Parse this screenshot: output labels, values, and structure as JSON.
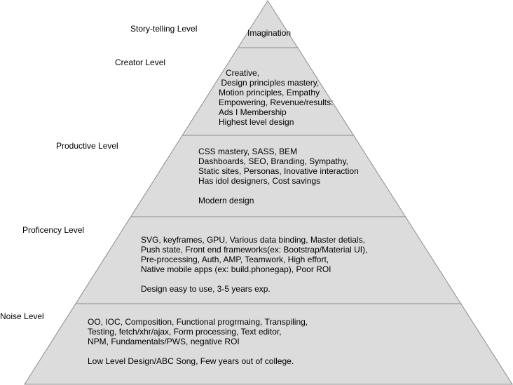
{
  "colors": {
    "fill": "#dcdcdc",
    "stroke": "#8c8c8c"
  },
  "levels": [
    {
      "name": "Story-telling Level",
      "lines": [
        "Imagination"
      ]
    },
    {
      "name": "Creator Level",
      "lines": [
        "Creative,",
        " Design principles mastery,",
        "Motion principles, Empathy",
        "Empowering, Revenue/results:",
        "Ads I Membership",
        "Highest level design"
      ]
    },
    {
      "name": "Productive Level",
      "lines": [
        "CSS mastery, SASS, BEM",
        "Dashboards, SEO, Branding, Sympathy,",
        "Static sites, Personas, Inovative interaction",
        "Has idol designers, Cost savings",
        "",
        "Modern design"
      ]
    },
    {
      "name": "Proficency Level",
      "lines": [
        "SVG, keyframes, GPU, Various data binding, Master detials,",
        "Push state, Front end frameworks(ex: Bootstrap/Material UI),",
        "Pre-processing, Auth, AMP, Teamwork, High effort,",
        "Native mobile apps (ex: build.phonegap), Poor ROI",
        "",
        "Design easy to use, 3-5 years exp."
      ]
    },
    {
      "name": "Noise Level",
      "lines": [
        "OO, IOC, Composition, Functional progrmaing, Transpiling,",
        "Testing, fetch/xhr/ajax, Form processing, Text editor,",
        "NPM, Fundamentals/PWS, negative ROI",
        "",
        "Low Level Design/ABC Song, Few years out of college."
      ]
    }
  ]
}
